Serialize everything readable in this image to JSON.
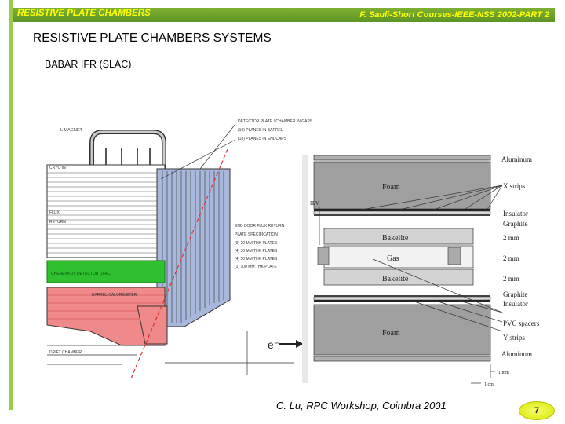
{
  "header": {
    "left": "RESISTIVE PLATE CHAMBERS",
    "right": "F. Sauli-Short Courses-IEEE-NSS 2002-PART 2"
  },
  "title": "RESISTIVE PLATE CHAMBERS SYSTEMS",
  "subtitle": "BABAR  IFR (SLAC)",
  "detector_drawing": {
    "labels": {
      "magnet": "L MAGNET",
      "callout_1": "DETECTOR PLATE / CHAMBER IN GAPS",
      "callout_2": "(19) PLANES IN BARREL",
      "callout_3": "(18) PLANES IN ENDCAPS",
      "cryo": "CRYO IN",
      "flux": "FLUX",
      "return": "RETURN",
      "endcap": "END DOOR FLUX RETURN",
      "plate_spec": "PLATE SPECIFICATION",
      "plate_a": "(9) 20 MM THK PLATES",
      "plate_b": "(4) 30 MM THK PLATES",
      "plate_c": "(4) 50 MM THK PLATES",
      "plate_d": "(1) 100 MM THK PLATE",
      "dirc": "CHERENKOV DETECTOR (DIRC)",
      "calorimeter": "BARREL CALORIMETER",
      "drift": "DRIFT CHAMBER",
      "beam": "e⁻"
    }
  },
  "rpc_cross_section": {
    "labels": {
      "aluminum_top": "Aluminum",
      "foam_top": "Foam",
      "x_strips": "X strips",
      "hv": "H.V.",
      "insulator_top": "Insulator",
      "graphite_top": "Graphite",
      "bakelite_top": "Bakelite",
      "gap_top": "2 mm",
      "gas": "Gas",
      "gap_mid": "2 mm",
      "bakelite_bottom": "Bakelite",
      "gap_bottom": "2 mm",
      "graphite_bottom": "Graphite",
      "insulator_bottom": "Insulator",
      "foam_bottom": "Foam",
      "pvc": "PVC spacers",
      "y_strips": "Y strips",
      "aluminum_bottom": "Aluminum",
      "scale_mm": "1 mm",
      "scale_cm": "1 cm"
    }
  },
  "footer": {
    "credit": "C. Lu,  RPC Workshop, Coimbra 2001",
    "page_number": "7"
  },
  "colors": {
    "accent_bar": "#6aa12b",
    "header_text": "#ffff00",
    "calorimeter": "#f08a8a",
    "dirc": "#2fc02f",
    "steel": "#9fb2d6",
    "bakelite": "#d3d3d3"
  }
}
